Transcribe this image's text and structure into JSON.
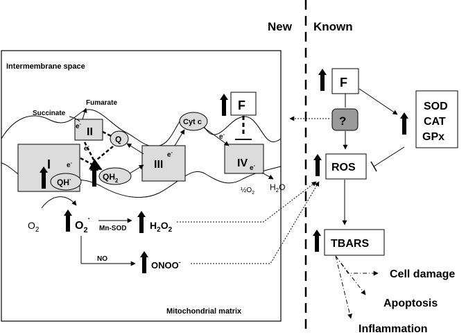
{
  "header": {
    "new": "New",
    "known": "Known"
  },
  "regions": {
    "intermembrane": "Intermembrane space",
    "matrix": "Mitochondrial matrix"
  },
  "complexes": {
    "c1": "I",
    "c2": "II",
    "c3": "III",
    "c4": "IV"
  },
  "carriers": {
    "q": "Q",
    "qh2_base": "QH",
    "qh2_sub": "2",
    "qh_base": "QH",
    "qh_sup": "·",
    "cytc": "Cyt c"
  },
  "electron": {
    "base": "e",
    "sup": "-"
  },
  "metabolites": {
    "succinate": "Succinate",
    "fumarate": "Fumarate",
    "o2_base": "O",
    "o2_sub": "2",
    "superoxide_base": "O",
    "superoxide_sub": "2",
    "superoxide_sup": "·",
    "half": "½",
    "water_h": "H",
    "water_sub": "2",
    "water_o": "O",
    "h2o2_h": "H",
    "h2o2_sub1": "2",
    "h2o2_o": "O",
    "h2o2_sub2": "2",
    "onoo_base": "ONOO",
    "onoo_sup": "-"
  },
  "enzymes": {
    "mnsod": "Mn-SOD",
    "no": "NO"
  },
  "right": {
    "f": "F",
    "unknown": "?",
    "ros": "ROS",
    "antioxidants": [
      "SOD",
      "CAT",
      "GPx"
    ],
    "tbars": "TBARS",
    "outcomes": [
      "Cell damage",
      "Apoptosis",
      "Inflammation"
    ]
  },
  "colors": {
    "box_fill": "#dcdcdc",
    "question_fill": "#9a9a9a",
    "ink": "#000000"
  },
  "icons": {
    "increase": "up-arrow-icon",
    "inhibit": "inhibition-bar-icon"
  }
}
